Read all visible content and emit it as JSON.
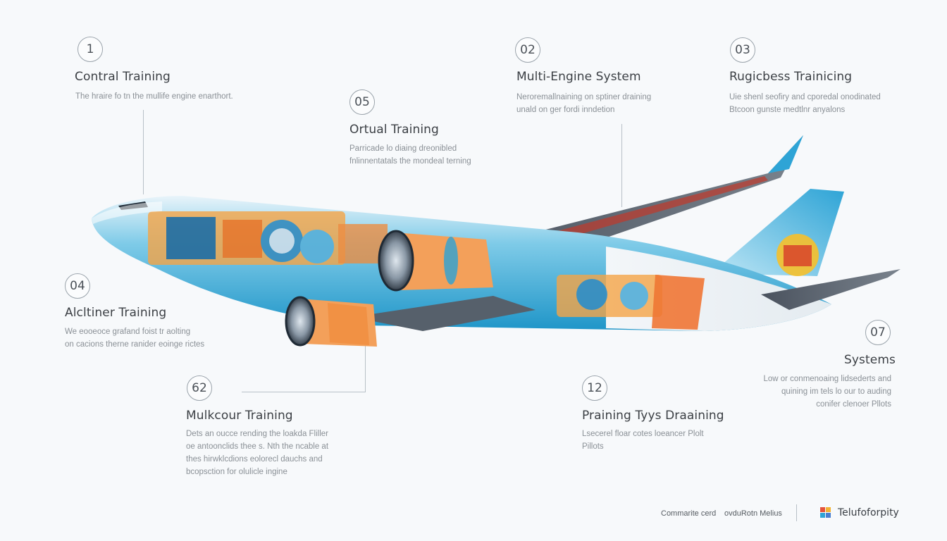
{
  "sections": [
    {
      "num": "1",
      "title": "Contral Training",
      "desc": [
        "The hraire fo tn the mullife engine enarthort."
      ]
    },
    {
      "num": "02",
      "title": "Multi-Engine System",
      "desc": [
        "Neroremallnaining on sptiner draining",
        "unald on ger fordi inndetion"
      ]
    },
    {
      "num": "03",
      "title": "Rugicbess Trainicing",
      "desc": [
        "Uie shenl seofiry and cporedal onodinated",
        "Btcoon gunste medtlnr anyalons"
      ]
    },
    {
      "num": "05",
      "title": "Ortual Training",
      "desc": [
        "Parricade lo diaing dreonibled",
        "fnlinnentatals the mondeal terning"
      ]
    },
    {
      "num": "04",
      "title": "Alcltiner Training",
      "desc": [
        "We eooeoce grafand foist tr aolting",
        "on cacions therne ranider eoinge rictes"
      ]
    },
    {
      "num": "62",
      "title": "Mulkcour Training",
      "desc": [
        "Dets an oucce rending the loakda Fliller",
        "oe antoonclids thee s. Nth the ncable at",
        "thes hirwklcdions eolorecl dauchs and",
        "bcopsction for olulicle ingine"
      ]
    },
    {
      "num": "12",
      "title": "Praining Tyys Draaining",
      "desc": [
        "Lsecerel floar cotes loeancer Plolt",
        "Pillots"
      ]
    },
    {
      "num": "07",
      "title": "Systems",
      "desc": [
        "Low or conmenoaing lidsederts and",
        "quining im tels lo our to auding",
        "conifer clenoer Pllots"
      ]
    }
  ],
  "footer": {
    "left_text": "Commarite cerd",
    "mid_text": "ovduRotn Melius",
    "brand": "Telufoforpity"
  },
  "colors": {
    "fuselage": "#2eaad8",
    "engine_orange": "#f08a3a",
    "wing": "#5c6470",
    "tail": "#3bb2dd"
  }
}
